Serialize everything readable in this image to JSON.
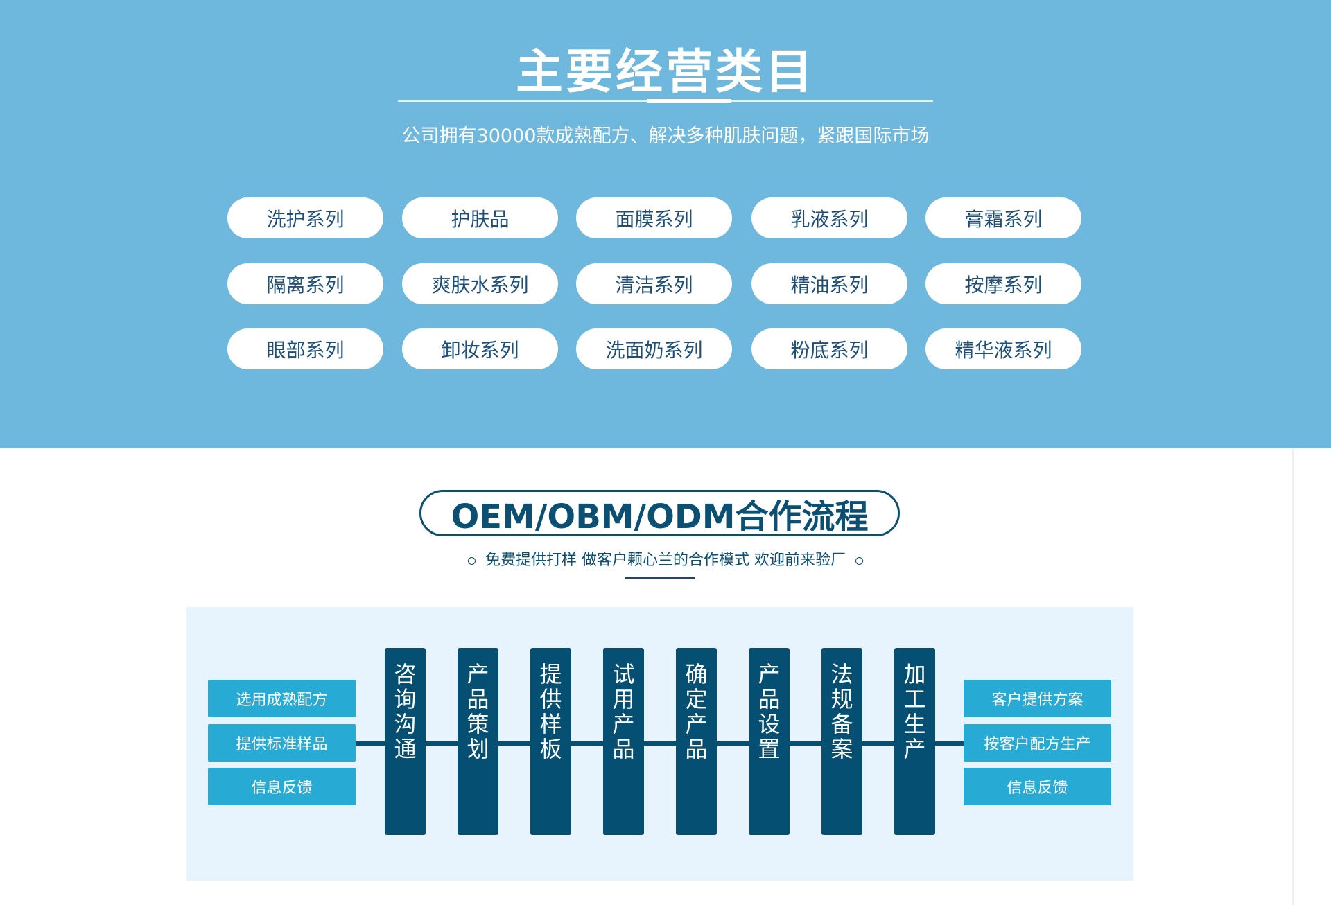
{
  "categories": {
    "title": "主要经营类目",
    "subtitle": "公司拥有30000款成熟配方、解决多种肌肤问题，紧跟国际市场",
    "items": [
      "洗护系列",
      "护肤品",
      "面膜系列",
      "乳液系列",
      "膏霜系列",
      "隔离系列",
      "爽肤水系列",
      "清洁系列",
      "精油系列",
      "按摩系列",
      "眼部系列",
      "卸妆系列",
      "洗面奶系列",
      "粉底系列",
      "精华液系列"
    ]
  },
  "process": {
    "title": "OEM/OBM/ODM合作流程",
    "subtitle": "免费提供打样 做客户颗心兰的合作模式 欢迎前来验厂",
    "left_options": [
      "选用成熟配方",
      "提供标准样品",
      "信息反馈"
    ],
    "steps": [
      "咨询沟通",
      "产品策划",
      "提供样板",
      "试用产品",
      "确定产品",
      "产品设置",
      "法规备案",
      "加工生产"
    ],
    "right_options": [
      "客户提供方案",
      "按客户配方生产",
      "信息反馈"
    ]
  },
  "colors": {
    "top_bg": "#6db8dc",
    "dark": "#044f72",
    "button": "#27aad4",
    "panel": "#e8f4fd"
  }
}
